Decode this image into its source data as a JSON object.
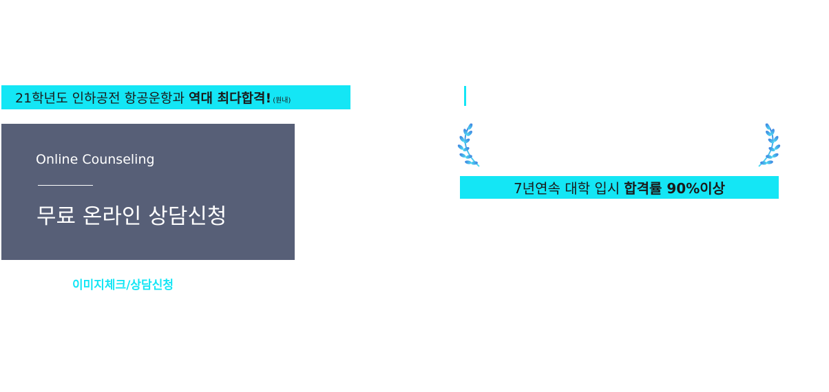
{
  "top_banner": {
    "text": "21학년도 인하공전 항공운항과",
    "highlight": "역대 최다합격!",
    "note": "(원내)"
  },
  "counseling": {
    "subtitle": "Online Counseling",
    "title": "무료 온라인 상담신청",
    "link_label": "이미지체크/상담신청"
  },
  "award_banner": {
    "text": "7년연속 대학 입시",
    "highlight": "합격률 90%이상"
  },
  "colors": {
    "accent": "#14e6f5",
    "box": "#575f77",
    "laurel_dark": "#3d7fe0",
    "laurel_light": "#4fdcf3"
  },
  "icons": [
    "laurel-left-icon",
    "laurel-right-icon"
  ]
}
